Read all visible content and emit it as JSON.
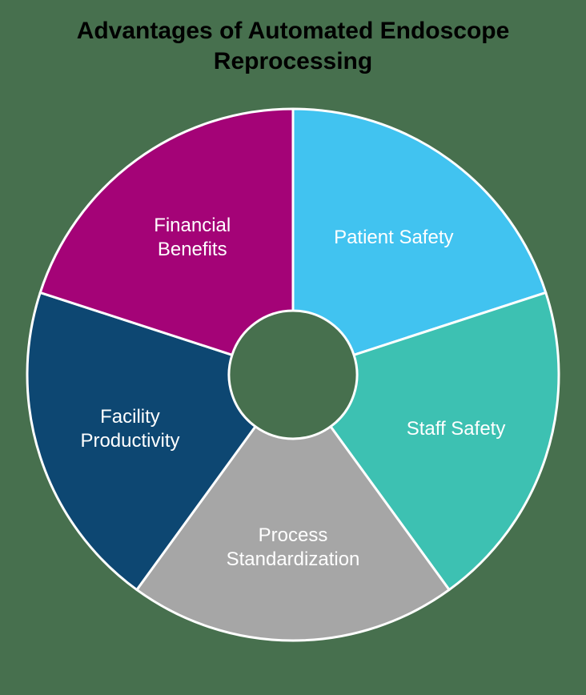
{
  "page": {
    "background_color": "#47704E"
  },
  "title": {
    "full_text": "Advantages of Automated Endoscope Reprocessing",
    "lines": [
      "Advantages of Automated Endoscope",
      "Reprocessing"
    ]
  },
  "chart_data": {
    "type": "pie",
    "donut": true,
    "title": "Advantages of Automated Endoscope Reprocessing",
    "categories": [
      "Patient Safety",
      "Staff Safety",
      "Process Standardization",
      "Facility Productivity",
      "Financial Benefits"
    ],
    "values": [
      20,
      20,
      20,
      20,
      20
    ],
    "start_angle_deg": 0,
    "direction": "clockwise",
    "legend": "none",
    "label_position": "inside",
    "label_color": "#FFFFFF",
    "divider_color": "#FFFFFF",
    "segments": [
      {
        "label": "Patient Safety",
        "label_lines": [
          "Patient Safety"
        ],
        "value": 20,
        "color": "#41C3F0"
      },
      {
        "label": "Staff Safety",
        "label_lines": [
          "Staff Safety"
        ],
        "value": 20,
        "color": "#3DC1B2"
      },
      {
        "label": "Process Standardization",
        "label_lines": [
          "Process",
          "Standardization"
        ],
        "value": 20,
        "color": "#A6A6A6"
      },
      {
        "label": "Facility Productivity",
        "label_lines": [
          "Facility",
          "Productivity"
        ],
        "value": 20,
        "color": "#0D4772"
      },
      {
        "label": "Financial Benefits",
        "label_lines": [
          "Financial",
          "Benefits"
        ],
        "value": 20,
        "color": "#A40377"
      }
    ]
  }
}
